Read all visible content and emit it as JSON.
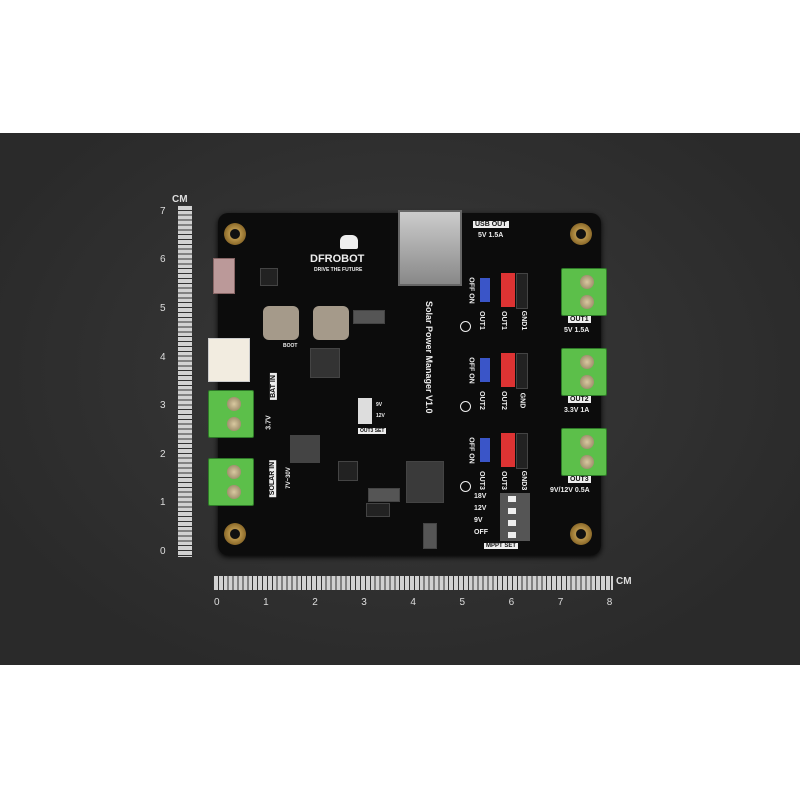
{
  "board": {
    "brand": "DFROBOT",
    "slogan": "DRIVE THE FUTURE",
    "title": "Solar Power Manager V1.0",
    "usb_out": "USB OUT",
    "usb_spec": "5V 1.5A",
    "bat_in": "BAT IN",
    "bat_voltage": "3.7V",
    "solar_in": "SOLAR IN",
    "solar_voltage": "7V~30V",
    "boot": "BOOT",
    "out_set": "OUT3 SET",
    "v9": "9V",
    "v12": "12V",
    "outputs": [
      {
        "label": "OUT1",
        "spec": "5V 1.5A",
        "switch": "OFF ON",
        "gnd": "GND1"
      },
      {
        "label": "OUT2",
        "spec": "3.3V 1A",
        "switch": "OFF ON",
        "gnd": "GND"
      },
      {
        "label": "OUT3",
        "spec": "9V/12V 0.5A",
        "switch": "OFF ON",
        "gnd": "GND3"
      }
    ],
    "mppt_options": [
      "18V",
      "12V",
      "9V",
      "OFF"
    ],
    "mppt_set": "MPPT SET"
  },
  "ruler": {
    "unit": "CM",
    "vertical_ticks": [
      "0",
      "1",
      "2",
      "3",
      "4",
      "5",
      "6",
      "7"
    ],
    "horizontal_ticks": [
      "0",
      "1",
      "2",
      "3",
      "4",
      "5",
      "6",
      "7",
      "8"
    ]
  }
}
